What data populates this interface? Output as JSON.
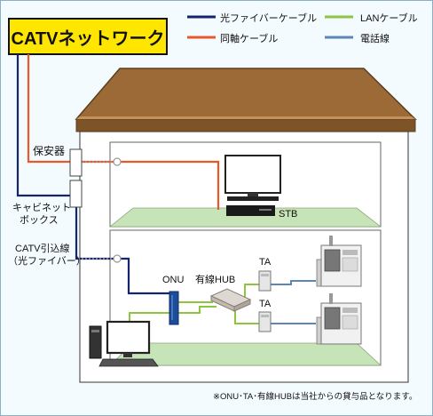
{
  "title": "CATVネットワーク",
  "legend": [
    {
      "label": "光ファイバーケーブル",
      "color": "#14256b"
    },
    {
      "label": "LANケーブル",
      "color": "#8cc63f"
    },
    {
      "label": "同軸ケーブル",
      "color": "#e8582a"
    },
    {
      "label": "電話線",
      "color": "#5b86b5"
    }
  ],
  "labels": {
    "hoanki": "保安器",
    "cabinet_1": "キャビネット",
    "cabinet_2": "ボックス",
    "catv_1": "CATV引込線",
    "catv_2": "（光ファイバー）",
    "stb": "STB",
    "onu": "ONU",
    "hub": "有線HUB",
    "ta1": "TA",
    "ta2": "TA"
  },
  "footnote": "※ONU･TA･有線HUBは当社からの貸与品となります。",
  "colors": {
    "title_bg": "#ffe600",
    "roof": "#9b6a36",
    "floor": "#c7e3b8",
    "wall": "#ffffff"
  }
}
